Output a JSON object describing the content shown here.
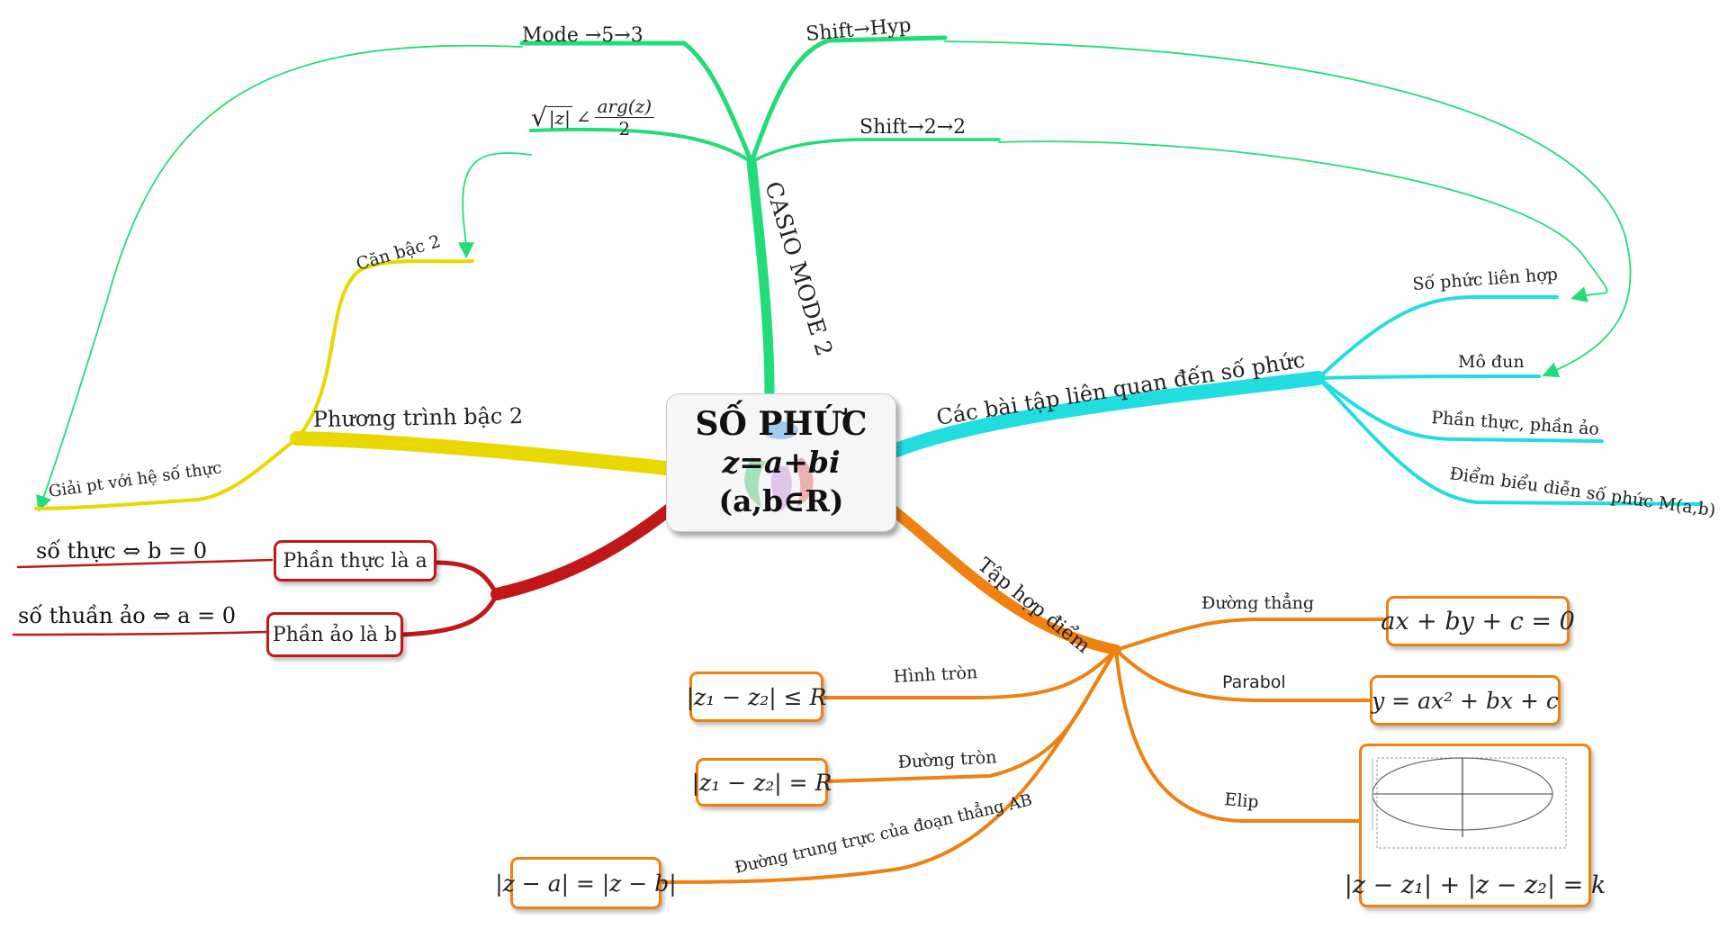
{
  "center": {
    "title": "SỐ PHỨC",
    "formula": "z=a+bi",
    "condition": "(a,b∈R)"
  },
  "branches": {
    "casio": {
      "label": "CASIO MODE 2",
      "color": "#22dd77",
      "items": [
        "Mode →5→3",
        "Shift→Hyp",
        "Shift→2→2",
        "√|z|∠ arg(z)/2"
      ],
      "sqrt_formula": {
        "root": "|z|",
        "angle": "∠",
        "numerator": "arg(z)",
        "denominator": "2"
      }
    },
    "quadratic": {
      "label": "Phương trình bậc 2",
      "color": "#e8d800",
      "items": [
        "Căn bậc 2",
        "Giải pt với hệ số thực"
      ]
    },
    "exercises": {
      "label": "Các bài tập liên quan đến số phức",
      "color": "#22dde0",
      "items": [
        "Số phức liên hợp",
        "Mô đun",
        "Phần thực, phần ảo",
        "Điểm biểu diễn số phức M(a,b)"
      ]
    },
    "parts": {
      "color": "#c01818",
      "boxes": [
        "Phần thực là a",
        "Phần ảo là b"
      ],
      "items": [
        "số thực ⇔ b = 0",
        "số thuần ảo ⇔ a = 0"
      ]
    },
    "locus": {
      "label": "Tập hợp điểm",
      "color": "#f08010",
      "items": [
        {
          "label": "Đường thẳng",
          "formula": "ax + by + c = 0"
        },
        {
          "label": "Parabol",
          "formula": "y = ax² + bx + c"
        },
        {
          "label": "Elip",
          "formula": "|z − z₁| + |z − z₂| = k"
        },
        {
          "label": "Hình tròn",
          "formula": "|z₁ − z₂| ≤ R"
        },
        {
          "label": "Đường tròn",
          "formula": "|z₁ − z₂| = R"
        },
        {
          "label": "Đường trung trực của đoạn thẳng AB",
          "formula": "|z − a| = |z − b|"
        }
      ]
    }
  }
}
